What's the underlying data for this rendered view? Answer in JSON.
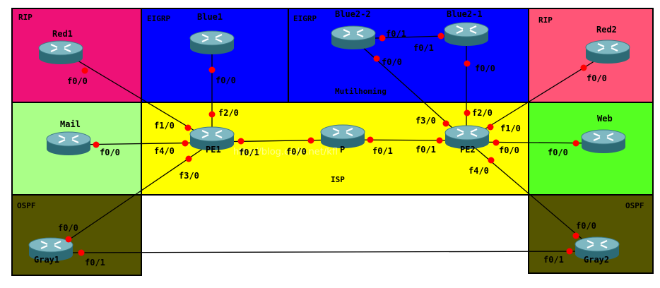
{
  "zones": {
    "rip_left": "RIP",
    "eigrp_left": "EIGRP",
    "eigrp_right": "EIGRP",
    "multihoming": "Mutilhoming",
    "rip_right": "RIP",
    "isp": "ISP",
    "ospf_left": "OSPF",
    "ospf_right": "OSPF"
  },
  "routers": {
    "red1": "Red1",
    "blue1": "Blue1",
    "blue2_2": "Blue2-2",
    "blue2_1": "Blue2-1",
    "red2": "Red2",
    "mail": "Mail",
    "pe1": "PE1",
    "p": "P",
    "pe2": "PE2",
    "web": "Web",
    "gray1": "Gray1",
    "gray2": "Gray2"
  },
  "interfaces": {
    "red1_f00": "f0/0",
    "blue1_f00": "f0/0",
    "pe1_f20": "f2/0",
    "pe1_f10": "f1/0",
    "pe1_f40": "f4/0",
    "pe1_f01": "f0/1",
    "pe1_f30": "f3/0",
    "mail_f00": "f0/0",
    "p_f00": "f0/0",
    "p_f01": "f0/1",
    "pe2_f01": "f0/1",
    "pe2_f30": "f3/0",
    "pe2_f20": "f2/0",
    "pe2_f10": "f1/0",
    "pe2_f00": "f0/0",
    "pe2_f40": "f4/0",
    "b22_f01": "f0/1",
    "b21_f01": "f0/1",
    "b22_f00": "f0/0",
    "b21_f00": "f0/0",
    "red2_f00": "f0/0",
    "web_f00": "f0/0",
    "gray1_f00": "f0/0",
    "gray1_f01": "f0/1",
    "gray2_f00": "f0/0",
    "gray2_f01": "f0/1"
  },
  "watermark": "http://blog.csdn.net/kfl",
  "colors": {
    "rip_left": "#ee1177",
    "eigrp": "#0000ff",
    "rip_right": "#ff5577",
    "mail_zone": "#aaff88",
    "isp": "#ffff00",
    "web_zone": "#55ff22",
    "ospf": "#555500",
    "link": "#000000",
    "port": "#ff0000"
  }
}
